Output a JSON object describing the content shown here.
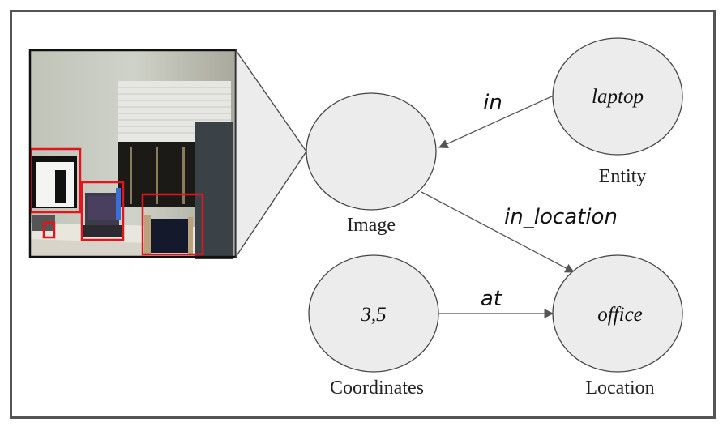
{
  "nodes": {
    "image": {
      "inner": "",
      "caption": "Image"
    },
    "entity": {
      "inner": "laptop",
      "caption": "Entity"
    },
    "location": {
      "inner": "office",
      "caption": "Location"
    },
    "coordinates": {
      "inner": "3,5",
      "caption": "Coordinates"
    }
  },
  "edges": {
    "in": "in",
    "in_location": "in_location",
    "at": "at"
  },
  "colors": {
    "node_fill": "#ececec",
    "node_stroke": "#444444",
    "bbox_red": "#e3141c",
    "frame": "#555555"
  }
}
